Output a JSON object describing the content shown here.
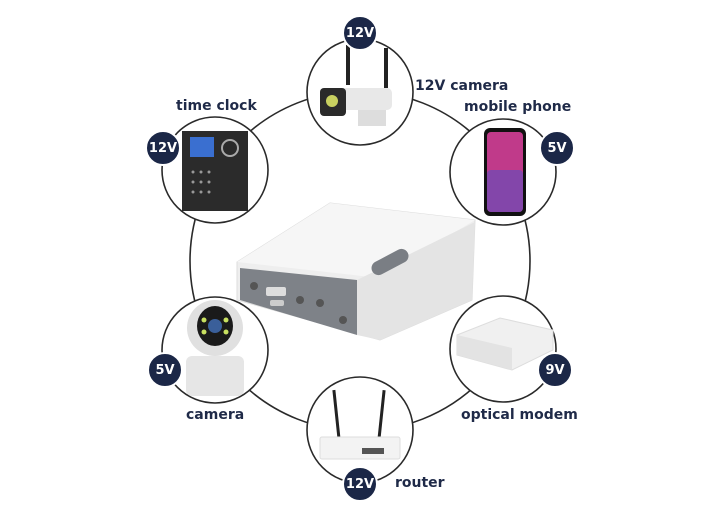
{
  "devices": [
    {
      "label": "12V camera",
      "voltage": "12V"
    },
    {
      "label": "time clock",
      "voltage": "12V"
    },
    {
      "label": "mobile phone",
      "voltage": "5V"
    },
    {
      "label": "camera",
      "voltage": "5V"
    },
    {
      "label": "optical modem",
      "voltage": "9V"
    },
    {
      "label": "router",
      "voltage": "12V"
    }
  ],
  "colors": {
    "badge": "#1b2747",
    "label": "#1f2a48",
    "ring": "#2a2a2a"
  }
}
